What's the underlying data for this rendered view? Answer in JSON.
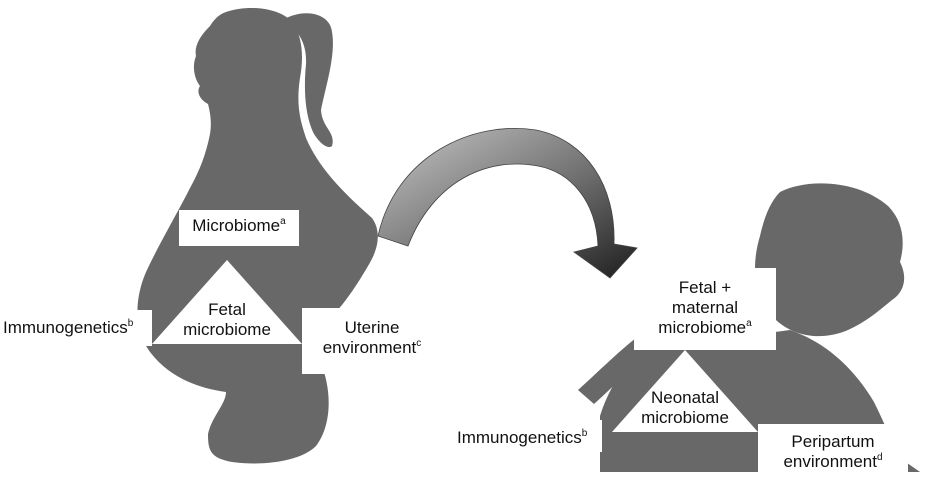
{
  "mother": {
    "microbiome": {
      "text": "Microbiome",
      "sup": "a"
    },
    "triangle": {
      "line1": "Fetal",
      "line2": "microbiome"
    },
    "immunogenetics": {
      "text": "Immunogenetics",
      "sup": "b"
    },
    "uterine": {
      "line1": "Uterine",
      "line2": "environment",
      "sup": "c"
    }
  },
  "baby": {
    "fetal_maternal": {
      "line1": "Fetal +",
      "line2": "maternal",
      "line3": "microbiome",
      "sup": "a"
    },
    "triangle": {
      "line1": "Neonatal",
      "line2": "microbiome"
    },
    "immunogenetics": {
      "text": "Immunogenetics",
      "sup": "b"
    },
    "peripartum": {
      "line1": "Peripartum",
      "line2": "environment",
      "sup": "d"
    }
  },
  "colors": {
    "silhouette": "#686868",
    "background": "#ffffff",
    "arrow_light": "#c8c8c8",
    "arrow_dark": "#1e1e1e"
  }
}
